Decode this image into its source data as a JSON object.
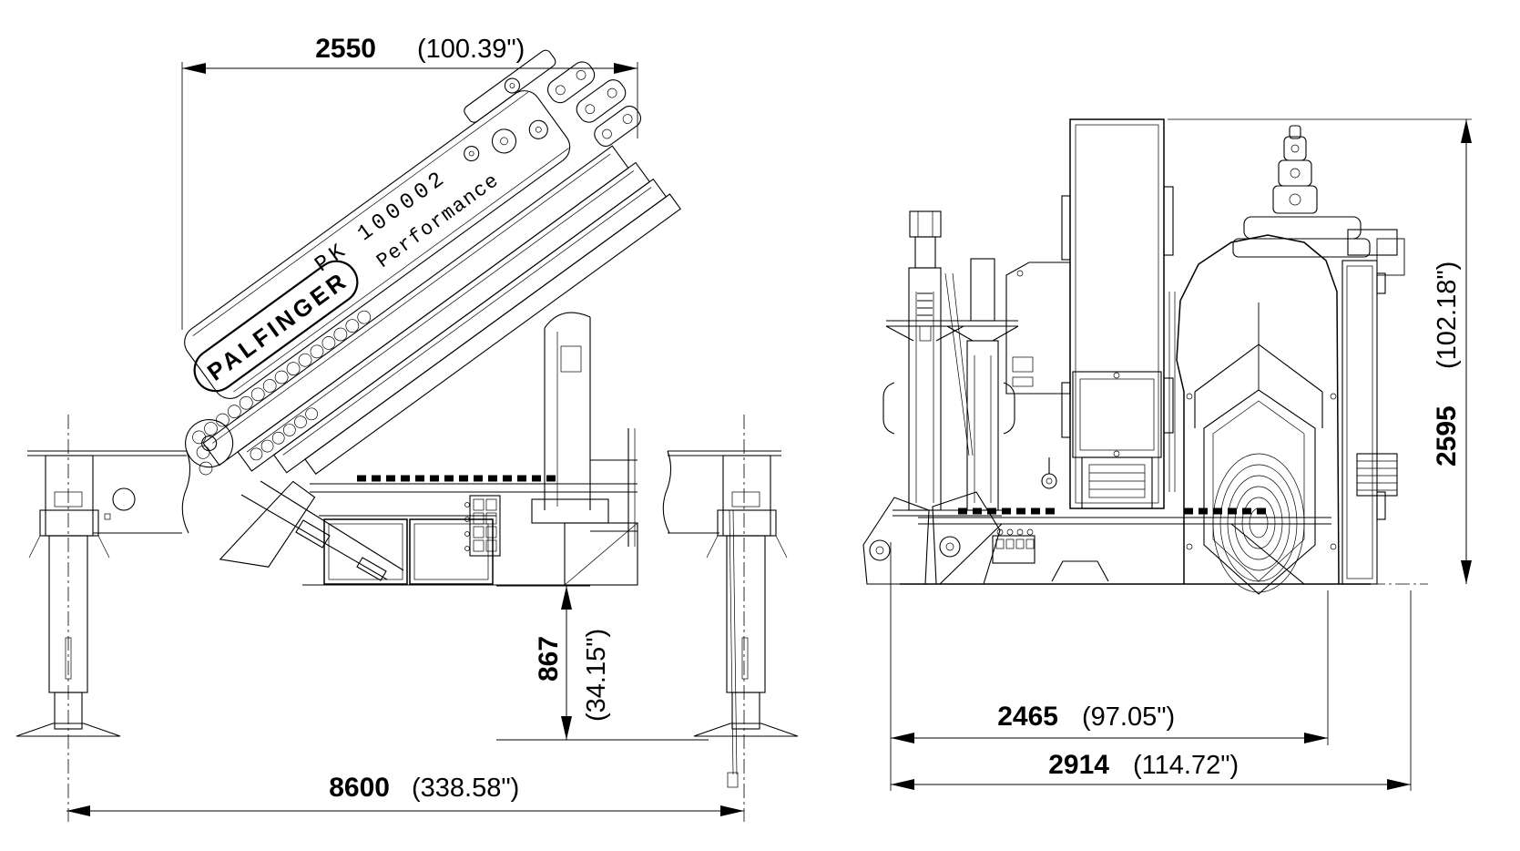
{
  "drawing": {
    "brand": "PALFINGER",
    "model": "PK 100002",
    "series": "Performance"
  },
  "dimensions": {
    "top_width": {
      "mm": "2550",
      "inches": "(100.39\")"
    },
    "outrigger_span": {
      "mm": "8600",
      "inches": "(338.58\")"
    },
    "deck_height": {
      "mm": "867",
      "inches": "(34.15\")"
    },
    "overall_height": {
      "mm": "2595",
      "inches": "(102.18\")"
    },
    "inner_width": {
      "mm": "2465",
      "inches": "(97.05\")"
    },
    "overall_width": {
      "mm": "2914",
      "inches": "(114.72\")"
    }
  }
}
